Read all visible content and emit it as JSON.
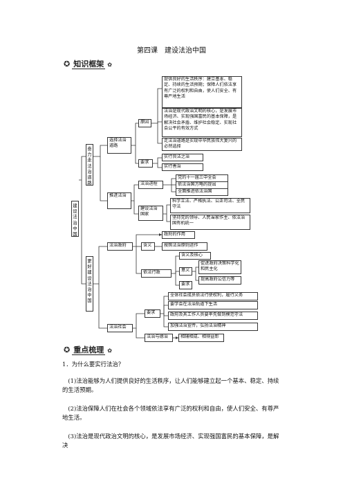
{
  "page_title": "第四课　建设法治中国",
  "section1_label": "知识框架",
  "section2_label": "重点梳理",
  "mindmap": {
    "root": "建设法治中国",
    "branch_a": "奋力走法治道路",
    "branch_b": "更好建设法治中国",
    "choose_path": "选择法治道路",
    "reason": "原因",
    "reason_items": [
      "提供良好的生活秩序：建立基本、稳定、持续的生活预期；保障人们依法享有广泛的权利和自由，使人们安全、有尊严地生活",
      "法治是现代政治文明的核心，是发展市场经济、实现强国富民的基本保障，是解决社会矛盾、维护社会稳定、实现社会公平的有效方式",
      "走法治道路是实现中华民族伟大复兴的必然选择"
    ],
    "requirement": "要求",
    "requirement_items": [
      "实行良法之治",
      "实行善治"
    ],
    "progress_title": "推进法治",
    "law_process": "法治进程",
    "law_process_items": [
      "党的十一届三中全会",
      "依法治国方略的提出",
      "全面推进依法治国"
    ],
    "build_country": "建设法治国家",
    "build_country_items": [
      "科学立法、严格执法、公正司法、全民守法",
      "坚持党的领导、人民当家作主、依法治国有机统一"
    ],
    "law_gov": "法治政府",
    "gov_role": "政府的作用",
    "meaning": "含义",
    "meaning_text": "按照法治原则运作",
    "admin_by_law": "依法行政",
    "admin_items": [
      "含义及核心",
      "意义",
      "要求"
    ],
    "meaning_items": [
      "促进政府决策科学化和民主化",
      "提高政府公信力等"
    ],
    "law_society": "法治社会",
    "society_req": "要求",
    "society_items": [
      "全体社会成员依法行使权利，履行义务",
      "要学会在法治轨道下生活",
      "政府及其工作人员要率先做到模范守法",
      "加强法治宣传，弘扬法治精神"
    ],
    "law_morality": "法治与德治",
    "law_morality_text": "相辅相成、相得益彰"
  },
  "questions": {
    "q1": "1．为什么要实行法治？",
    "p1": "(1)法治能够为人们提供良好的生活秩序，让人们能够建立起一个基本、稳定、持续的生活预期。",
    "p2": "(2)法治保障人们在社会各个领域依法享有广泛的权利和自由，使人们安全、有尊严地生活。",
    "p3": "(3)法治是现代政治文明的核心，是发展市场经济、实现强国富民的基本保障，是解决"
  }
}
